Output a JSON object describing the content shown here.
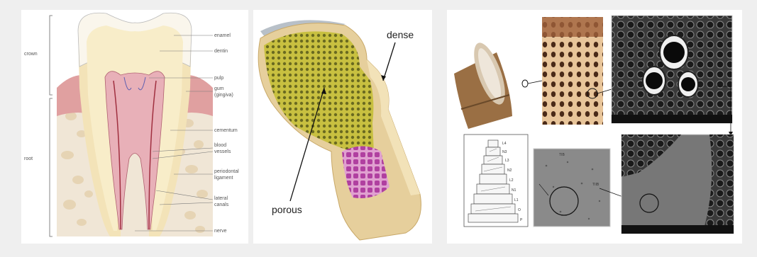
{
  "tooth": {
    "labels": [
      "enamel",
      "dentin",
      "pulp",
      "gum",
      "(gingiva)",
      "cementum",
      "blood",
      "vessels",
      "periodontal",
      "ligament",
      "lateral",
      "canals",
      "nerve"
    ],
    "regions": [
      "crown",
      "root"
    ]
  },
  "bone": {
    "dense_label": "dense",
    "porous_label": "porous"
  },
  "bamboo": {
    "layers": [
      "L4",
      "N3",
      "L3",
      "N2",
      "L2",
      "N1",
      "L1",
      "O",
      "P"
    ],
    "sem_labels": [
      "TIB",
      "TIIB"
    ]
  }
}
